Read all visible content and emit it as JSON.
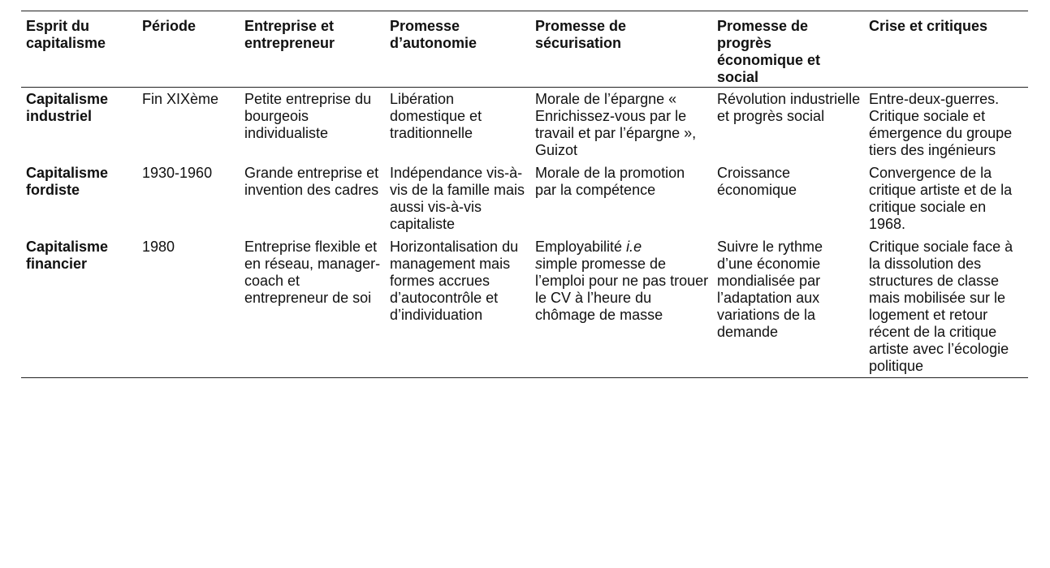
{
  "table": {
    "headers": [
      "Esprit du capitalisme",
      "Période",
      "Entreprise et entrepreneur",
      "Promesse d’autonomie",
      "Promesse de sécurisation",
      "Promesse de progrès économique et social",
      "Crise et critiques"
    ],
    "rows": [
      {
        "esprit": "Capitalisme industriel",
        "periode": "Fin XIXème",
        "entreprise": "Petite entreprise du bourgeois individualiste",
        "autonomie": "Libération domestique et traditionnelle",
        "securisation": "Morale de l’épargne « Enrichissez-vous par le travail et par l’épargne », Guizot",
        "progres": "Révolution industrielle et progrès social",
        "crise": "Entre-deux-guerres. Critique sociale et émergence du groupe tiers des ingénieurs"
      },
      {
        "esprit": "Capitalisme fordiste",
        "periode": "1930-1960",
        "entreprise": "Grande entreprise et invention des cadres",
        "autonomie": "Indépendance vis-à-vis de la famille mais aussi vis-à-vis capitaliste",
        "securisation": "Morale de la promotion par la compétence",
        "progres": "Croissance économique",
        "crise": "Convergence de la critique artiste et de la critique sociale en 1968."
      },
      {
        "esprit": "Capitalisme financier",
        "periode": "1980",
        "entreprise": "Entreprise flexible et en réseau, manager-coach et entrepreneur de soi",
        "autonomie": "Horizontalisation du management mais formes accrues d’autocontrôle et d’individuation",
        "securisation_italic": "i.e",
        "securisation_pre": "Employabilité ",
        "securisation_italic_s": "s",
        "securisation_post": "imple promesse de l’emploi pour ne pas trouer le CV à l’heure du chômage de masse",
        "progres": "Suivre le rythme d’une économie mondialisée par l’adaptation aux variations de la demande",
        "crise": "Critique sociale face à la dissolution des structures de classe mais mobilisée sur le logement et retour récent de la critique artiste avec l’écologie politique"
      }
    ]
  }
}
